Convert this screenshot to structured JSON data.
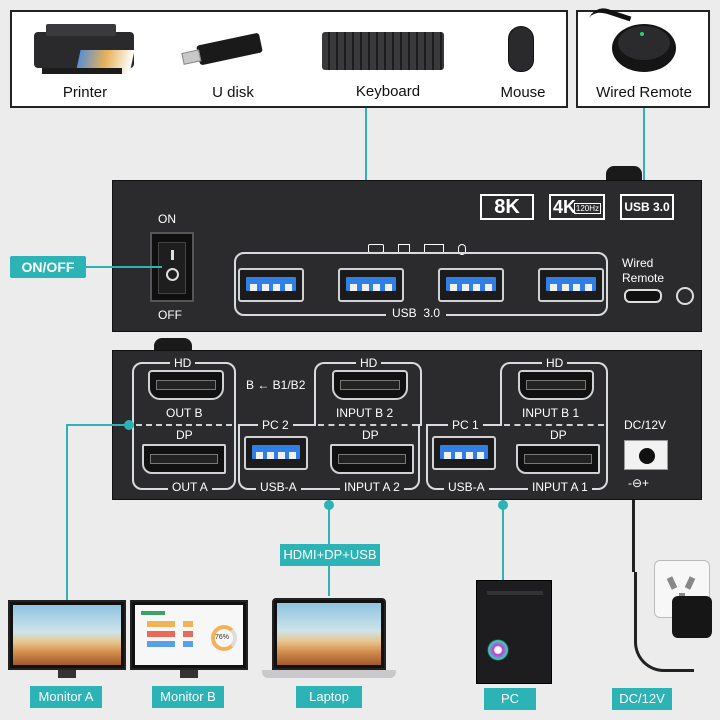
{
  "peripherals": {
    "printer": "Printer",
    "udisk": "U disk",
    "keyboard": "Keyboard",
    "mouse": "Mouse",
    "wired_remote": "Wired Remote"
  },
  "top_panel": {
    "badges": [
      "8K",
      "4K",
      "120Hz",
      "USB 3.0"
    ],
    "switch_on": "ON",
    "switch_off": "OFF",
    "onoff_tag": "ON/OFF",
    "wired_remote_line1": "Wired",
    "wired_remote_line2": "Remote",
    "usb_label": "USB  3.0"
  },
  "back_panel": {
    "hd1": "HD",
    "hd2": "HD",
    "hd3": "HD",
    "out_b": "OUT B",
    "arrow_label": "B ← B1/B2",
    "input_b2": "INPUT B 2",
    "input_b1": "INPUT B 1",
    "pc2": "PC 2",
    "pc1": "PC 1",
    "dp1": "DP",
    "dp2": "DP",
    "dp3": "DP",
    "out_a": "OUT A",
    "usba2": "USB-A",
    "input_a2": "INPUT A 2",
    "usba1": "USB-A",
    "input_a1": "INPUT A 1",
    "dc": "DC/12V",
    "polarity": "-⊖+"
  },
  "cable_tag": "HDMI+DP+USB",
  "bottom": {
    "monitor_a": "Monitor A",
    "monitor_b": "Monitor B",
    "laptop": "Laptop",
    "pc": "PC",
    "dc12v": "DC/12V",
    "dash_percent": "76%"
  }
}
